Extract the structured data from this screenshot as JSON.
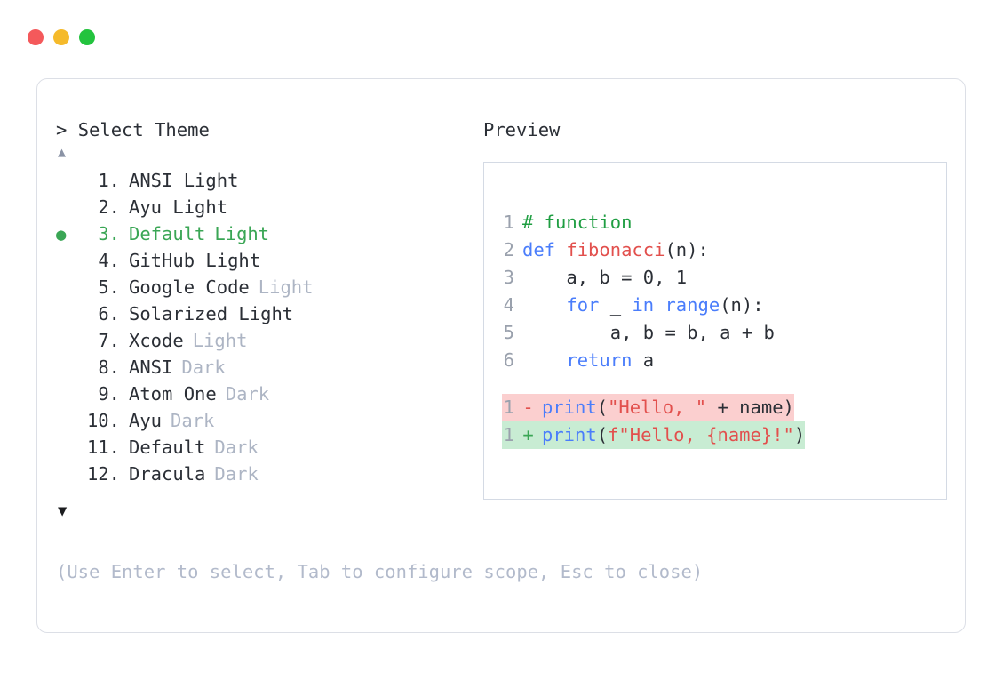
{
  "window": {
    "dots": [
      {
        "name": "close",
        "color": "#f4595b"
      },
      {
        "name": "minimize",
        "color": "#f5ba2b"
      },
      {
        "name": "maximize",
        "color": "#23c33e"
      }
    ]
  },
  "panel": {
    "prompt_marker": ">",
    "prompt_title": "Select Theme",
    "scroll_up_icon": "▲",
    "scroll_down_icon": "▼",
    "selected_bullet": "●",
    "selected_index": 3
  },
  "themes": [
    {
      "num": "1.",
      "name": "ANSI Light",
      "suffix": "",
      "selected": false
    },
    {
      "num": "2.",
      "name": "Ayu Light",
      "suffix": "",
      "selected": false
    },
    {
      "num": "3.",
      "name": "Default",
      "suffix": "Light",
      "selected": true
    },
    {
      "num": "4.",
      "name": "GitHub Light",
      "suffix": "",
      "selected": false
    },
    {
      "num": "5.",
      "name": "Google Code",
      "suffix": "Light",
      "selected": false
    },
    {
      "num": "6.",
      "name": "Solarized Light",
      "suffix": "",
      "selected": false
    },
    {
      "num": "7.",
      "name": "Xcode",
      "suffix": "Light",
      "selected": false
    },
    {
      "num": "8.",
      "name": "ANSI",
      "suffix": "Dark",
      "selected": false
    },
    {
      "num": "9.",
      "name": "Atom One",
      "suffix": "Dark",
      "selected": false
    },
    {
      "num": "10.",
      "name": "Ayu",
      "suffix": "Dark",
      "selected": false
    },
    {
      "num": "11.",
      "name": "Default",
      "suffix": "Dark",
      "selected": false
    },
    {
      "num": "12.",
      "name": "Dracula",
      "suffix": "Dark",
      "selected": false
    }
  ],
  "preview": {
    "label": "Preview",
    "code_lines": [
      {
        "num": "1",
        "tokens": [
          {
            "t": "# function",
            "c": "comment"
          }
        ]
      },
      {
        "num": "2",
        "tokens": [
          {
            "t": "def ",
            "c": "kw"
          },
          {
            "t": "fibonacci",
            "c": "fn"
          },
          {
            "t": "(n):",
            "c": "plain"
          }
        ]
      },
      {
        "num": "3",
        "tokens": [
          {
            "t": "    a, b = 0, 1",
            "c": "plain"
          }
        ]
      },
      {
        "num": "4",
        "tokens": [
          {
            "t": "    ",
            "c": "plain"
          },
          {
            "t": "for",
            "c": "kw"
          },
          {
            "t": " _ ",
            "c": "plain"
          },
          {
            "t": "in range",
            "c": "kw"
          },
          {
            "t": "(n):",
            "c": "plain"
          }
        ]
      },
      {
        "num": "5",
        "tokens": [
          {
            "t": "        a, b = b, a + b",
            "c": "plain"
          }
        ]
      },
      {
        "num": "6",
        "tokens": [
          {
            "t": "    ",
            "c": "plain"
          },
          {
            "t": "return",
            "c": "kw"
          },
          {
            "t": " a",
            "c": "plain"
          }
        ]
      }
    ],
    "diff_lines": [
      {
        "num": "1",
        "kind": "del",
        "marker": "-",
        "tokens": [
          {
            "t": "print",
            "c": "kw"
          },
          {
            "t": "(",
            "c": "plain"
          },
          {
            "t": "\"Hello, \"",
            "c": "str"
          },
          {
            "t": " + name)",
            "c": "plain"
          }
        ]
      },
      {
        "num": "1",
        "kind": "add",
        "marker": "+",
        "tokens": [
          {
            "t": "print",
            "c": "kw"
          },
          {
            "t": "(",
            "c": "plain"
          },
          {
            "t": "f\"Hello, {name}!\"",
            "c": "str"
          },
          {
            "t": ")",
            "c": "plain"
          }
        ]
      }
    ]
  },
  "footer": {
    "hint": "(Use Enter to select, Tab to configure scope, Esc to close)"
  },
  "colors": {
    "accent_green": "#3aa655",
    "muted": "#adb5c4",
    "text": "#2b2f36",
    "diff_del_bg": "#fbcfcf",
    "diff_add_bg": "#c8ecd3",
    "keyword": "#4a7dfb",
    "string": "#e2504d",
    "comment": "#1f9e42",
    "border": "#dcdfe6"
  }
}
